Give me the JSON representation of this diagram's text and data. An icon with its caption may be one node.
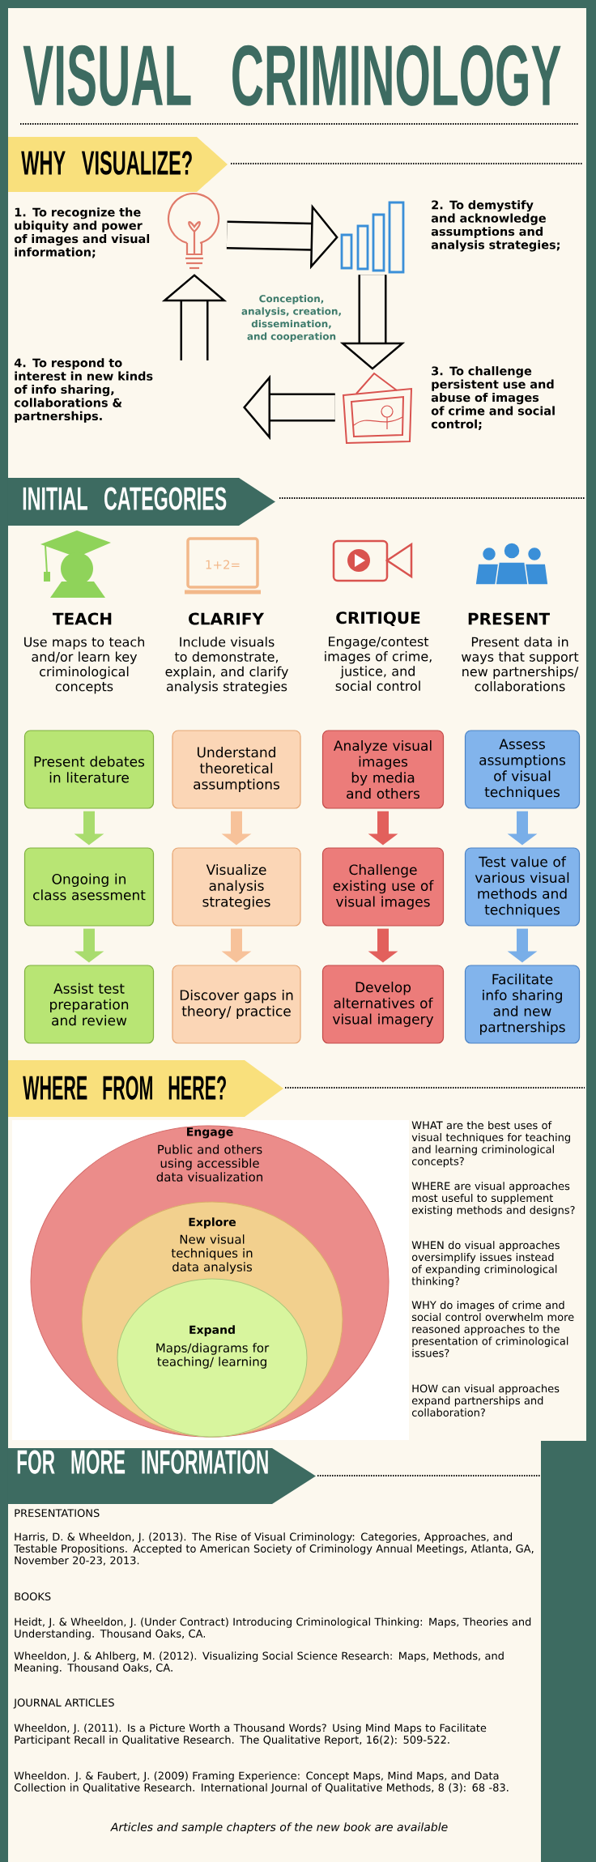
{
  "diagram": {
    "title": "VISUAL CRIMINOLOGY",
    "nodes": [
      {
        "text": [
          "WHY VISUALIZE?"
        ]
      },
      {
        "text": [],
        "shape": "picture"
      },
      {
        "text": [],
        "shape": "picture"
      },
      {
        "text": [],
        "shape": "picture"
      },
      {
        "text": [
          "INITIAL CATEGORIES"
        ]
      },
      {
        "text": [
          "Present debates in literature"
        ]
      },
      {
        "text": [
          "Ongoing in class asessment"
        ]
      },
      {
        "text": [
          "Assist test preparation and review"
        ]
      },
      {
        "text": [
          "Understand theoretical assumptions"
        ]
      },
      {
        "text": [
          "Visualize analysis strategies"
        ]
      },
      {
        "text": [
          "Discover gaps in theory/ practice"
        ]
      },
      {
        "text": [
          "Analyze visual images by media and others"
        ]
      },
      {
        "text": [
          "Challenge existing use of visual images"
        ]
      },
      {
        "text": [
          "Develop alternatives of visual imagery"
        ]
      },
      {
        "text": [
          "Assess assumptions of visual techniques"
        ]
      },
      {
        "text": [
          "Test value of various visual methods and techniques"
        ]
      },
      {
        "text": [
          "Facilitate info sharing and new partnerships"
        ]
      },
      {
        "text": [
          "WHERE FROM HERE?"
        ]
      },
      {
        "text": [
          "Engage",
          "Public and others using accessible data visualization"
        ]
      },
      {
        "text": [
          "Explore",
          "New visual techniques in data analysis"
        ],
        "in": 18
      },
      {
        "text": [
          "Expand",
          "Maps/diagrams for teaching/ learning"
        ],
        "in": 19
      },
      {
        "text": [
          "FOR MORE INFORMATION"
        ]
      }
    ],
    "edges": [
      {
        "from": 1,
        "to": 2,
        "arrow": "to",
        "style": "thick"
      },
      {
        "from": 2,
        "to": 3,
        "arrow": "to",
        "style": "thick"
      },
      {
        "from": 3,
        "to": null,
        "arrow": "to",
        "style": "thick"
      },
      {
        "from": null,
        "to": 1,
        "arrow": "to",
        "style": "thick"
      },
      {
        "from": 5,
        "to": 6,
        "arrow": "to",
        "color": "#a9dc6e"
      },
      {
        "from": 6,
        "to": 7,
        "arrow": "to",
        "color": "#a9dc6e"
      },
      {
        "from": 8,
        "to": 9,
        "arrow": "to",
        "color": "#f7c29a"
      },
      {
        "from": 9,
        "to": 10,
        "arrow": "to",
        "color": "#f7c29a"
      },
      {
        "from": 11,
        "to": 12,
        "arrow": "to",
        "color": "#e2605c"
      },
      {
        "from": 12,
        "to": 13,
        "arrow": "to",
        "color": "#e2605c"
      },
      {
        "from": 14,
        "to": 15,
        "arrow": "to",
        "color": "#79aee8"
      },
      {
        "from": 15,
        "to": 16,
        "arrow": "to",
        "color": "#79aee8"
      }
    ],
    "labels": [
      "1. To recognize the ubiquity and power of images and visual information;",
      "2. To demystify and acknowledge assumptions and analysis strategies;",
      "Conception, analysis, creation, dissemination, and cooperation",
      "4. To respond to interest in new kinds of info sharing, collaborations & partnerships.",
      "3. To challenge persistent use and abuse of images of crime and social control;",
      "1+2=",
      "TEACH",
      "Use maps to teach and/or learn key criminological concepts",
      "CLARIFY",
      "Include visuals to demonstrate, explain, and clarify analysis strategies",
      "CRITIQUE",
      "Engage/contest images of crime, justice, and social control",
      "PRESENT",
      "Present data in ways that support new partnerships/ collaborations",
      "WHAT are the best uses of visual techniques for teaching and learning criminological concepts?",
      "WHERE are visual approaches most useful to supplement existing methods and designs?",
      "WHEN do visual approaches oversimplify issues instead of expanding criminological thinking?",
      "WHY do images of crime and social control overwhelm more reasoned approaches to the presentation of criminological issues?",
      "HOW can visual approaches expand partnerships and collaboration?",
      "PRESENTATIONS",
      "Harris, D. & Wheeldon, J. (2013). The Rise of Visual Criminology: Categories, Approaches, and Testable Propositions. Accepted to American Society of Criminology Annual Meetings, Atlanta, GA, November 20-23, 2013.",
      "BOOKS",
      "Heidt, J. & Wheeldon, J. (Under Contract) Introducing Criminological Thinking: Maps, Theories and Understanding. Thousand Oaks, CA.",
      "Wheeldon, J. & Ahlberg, M. (2012). Visualizing Social Science Research: Maps, Methods, and Meaning. Thousand Oaks, CA.",
      "JOURNAL ARTICLES",
      "Wheeldon, J. (2011). Is a Picture Worth a Thousand Words? Using Mind Maps to Facilitate Participant Recall in Qualitative Research. The Qualitative Report, 16(2): 509-522.",
      "Wheeldon. J. & Faubert, J. (2009) Framing Experience: Concept Maps, Mind Maps, and Data Collection in Qualitative Research. International Journal of Qualitative Methods, 8 (3): 68 -83.",
      "Articles and sample chapters of the new book are available"
    ]
  }
}
